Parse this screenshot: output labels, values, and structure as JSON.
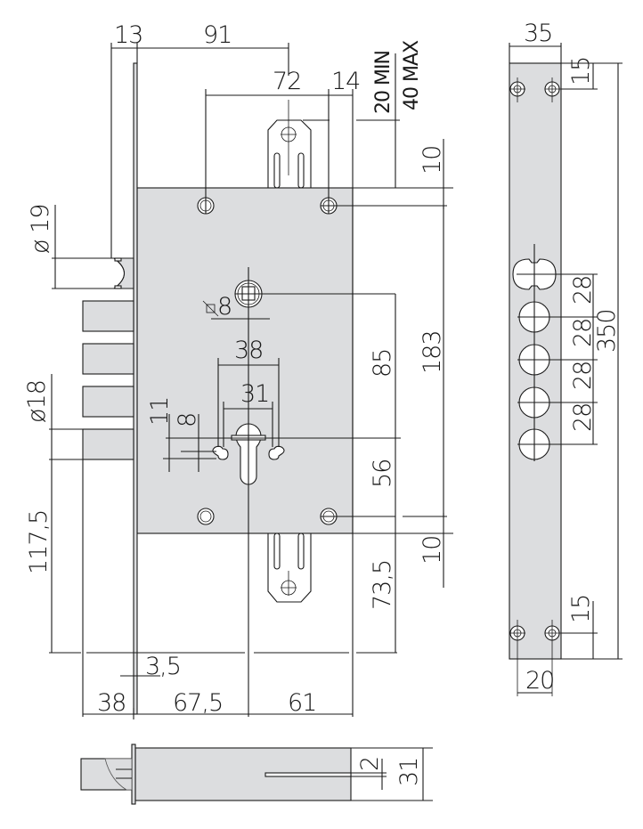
{
  "drawing": {
    "subject": "Mortise lock technical drawing",
    "colors": {
      "body_fill": "#dcdddf",
      "line": "#1a1a1a",
      "background": "#ffffff"
    },
    "front_view": {
      "top_dims": {
        "faceplate_to_bolt": "13",
        "backset_to_follower": "91",
        "screw_spacing": "72",
        "screw_to_edge": "14"
      },
      "bolt_throw": {
        "min": "20 MIN",
        "max": "40 MAX"
      },
      "right_dims": {
        "top_margin": "10",
        "follower_to_cylinder": "85",
        "height_total": "183",
        "cylinder_to_screw": "56",
        "bottom_margin": "10",
        "cylinder_to_bottom": "73,5"
      },
      "left_dims": {
        "latch_diameter": "ø 19",
        "bolt_diameter": "ø18",
        "bolt_to_bottom": "117,5"
      },
      "follower": {
        "square": "8"
      },
      "cylinder": {
        "outer_width": "38",
        "inner_width": "31",
        "offset_a": "11",
        "offset_b": "8"
      },
      "bottom_dims": {
        "faceplate_thickness": "3,5",
        "bolt_projection": "38",
        "backset": "67,5",
        "cylinder_to_back": "61"
      }
    },
    "side_view": {
      "width": "35",
      "top_margin": "15",
      "hole_spacing": [
        "28",
        "28",
        "28",
        "28"
      ],
      "total_length": "350",
      "bottom_margin": "15",
      "screw_spacing": "20"
    },
    "bottom_view": {
      "slot": "2",
      "depth": "31"
    }
  }
}
